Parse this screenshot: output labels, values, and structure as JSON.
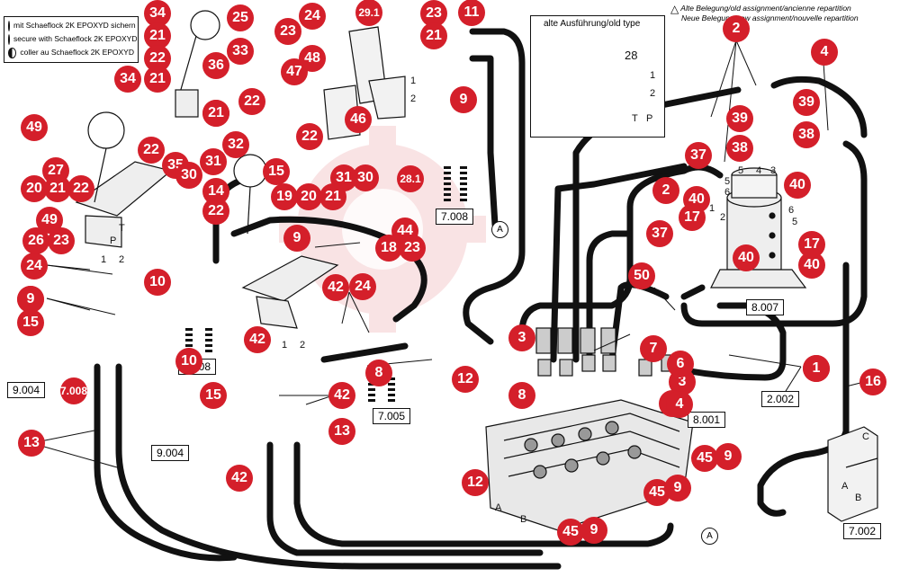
{
  "legend": {
    "rows": [
      "mit Schaeflock 2K EPOXYD sichern",
      "secure with Schaeflock 2K EPOXYD",
      "coller au Schaeflock 2K EPOXYD"
    ]
  },
  "assignment_note": {
    "line1": "Alte Belegung/old assignment/ancienne repartition",
    "line2": "Neue Belegung/new assignment/nouvelle repartition"
  },
  "inset": {
    "title": "alte Ausführung/old type",
    "label": "28",
    "pin_labels": [
      "1",
      "2",
      "T",
      "P"
    ]
  },
  "ref_boxes": [
    "7.008",
    "7.008",
    "9.004",
    "9.004",
    "7.005",
    "8.001",
    "2.002",
    "8.007",
    "7.002"
  ],
  "callouts": [
    "34",
    "25",
    "24",
    "29.1",
    "23",
    "11",
    "21",
    "33",
    "36",
    "23",
    "21",
    "22",
    "47",
    "48",
    "34",
    "21",
    "22",
    "34",
    "21",
    "46",
    "9",
    "49",
    "22",
    "22",
    "32",
    "35",
    "30",
    "31",
    "31",
    "30",
    "28.1",
    "20",
    "21",
    "27",
    "22",
    "14",
    "19",
    "20",
    "21",
    "22",
    "15",
    "49",
    "26",
    "23",
    "24",
    "10",
    "9",
    "44",
    "18",
    "23",
    "24",
    "15",
    "42",
    "9",
    "15",
    "42",
    "10",
    "7.008",
    "42",
    "15",
    "13",
    "42",
    "13",
    "12",
    "8",
    "12",
    "8",
    "3",
    "3",
    "1",
    "7",
    "6",
    "5",
    "16",
    "2",
    "4",
    "39",
    "39",
    "38",
    "38",
    "37",
    "40",
    "40",
    "37",
    "2",
    "17",
    "40",
    "40",
    "17",
    "50",
    "45",
    "9",
    "45",
    "9",
    "45",
    "9",
    "4",
    "1"
  ],
  "small_labels": [
    "1",
    "2",
    "1",
    "2",
    "1",
    "2",
    "P",
    "T",
    "A",
    "B",
    "A",
    "B",
    "C"
  ],
  "port_circles": [
    "A",
    "A"
  ],
  "angle_marks": [
    "5",
    "6",
    "6",
    "5",
    "4",
    "3",
    "5",
    "1",
    "2"
  ]
}
